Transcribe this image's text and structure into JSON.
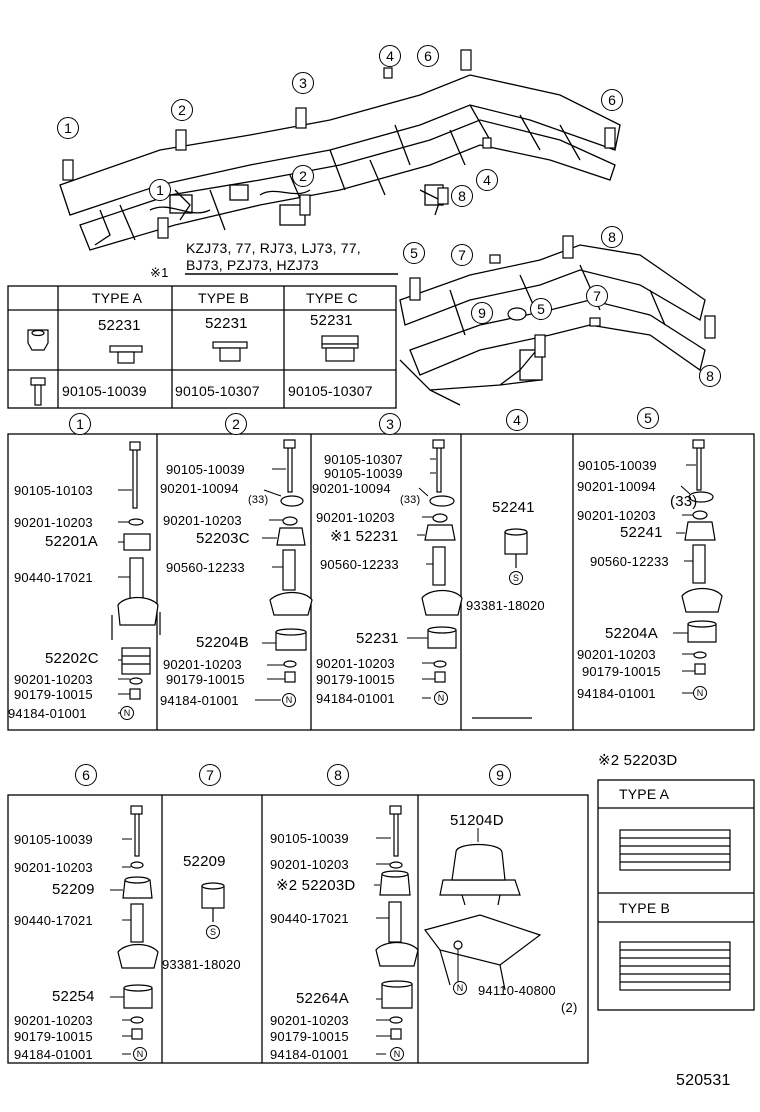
{
  "applicability": {
    "mark": "※1",
    "models_line1": "KZJ73, 77, RJ73, LJ73, 77,",
    "models_line2": "BJ73, PZJ73, HZJ73"
  },
  "type_table": {
    "headers": [
      "TYPE A",
      "TYPE B",
      "TYPE C"
    ],
    "row_cushion": [
      "52231",
      "52231",
      "52231"
    ],
    "row_bolt": [
      "90105-10039",
      "90105-10307",
      "90105-10307"
    ]
  },
  "frame_callouts": [
    "1",
    "2",
    "3",
    "4",
    "5",
    "6",
    "7",
    "8",
    "9"
  ],
  "qty_marker": "(33)",
  "n_marker": "N",
  "s_marker": "S",
  "sections": {
    "s1": {
      "num": "1",
      "parts": [
        "90105-10103",
        "90201-10203",
        "52201A",
        "90440-17021",
        "52202C",
        "90201-10203",
        "90179-10015",
        "94184-01001"
      ]
    },
    "s2": {
      "num": "2",
      "parts": [
        "90105-10039",
        "90201-10094",
        "(33)",
        "90201-10203",
        "52203C",
        "90560-12233",
        "52204B",
        "90201-10203",
        "90179-10015",
        "94184-01001"
      ]
    },
    "s3": {
      "num": "3",
      "parts": [
        "90105-10307",
        "90105-10039",
        "90201-10094",
        "(33)",
        "90201-10203",
        "※1 52231",
        "90560-12233",
        "52231",
        "90201-10203",
        "90179-10015",
        "94184-01001"
      ]
    },
    "s4": {
      "num": "4",
      "parts": [
        "52241",
        "93381-18020"
      ]
    },
    "s5": {
      "num": "5",
      "parts": [
        "90105-10039",
        "90201-10094",
        "(33)",
        "90201-10203",
        "52241",
        "90560-12233",
        "52204A",
        "90201-10203",
        "90179-10015",
        "94184-01001"
      ]
    },
    "s6": {
      "num": "6",
      "parts": [
        "90105-10039",
        "90201-10203",
        "52209",
        "90440-17021",
        "52254",
        "90201-10203",
        "90179-10015",
        "94184-01001"
      ]
    },
    "s7": {
      "num": "7",
      "parts": [
        "52209",
        "93381-18020"
      ]
    },
    "s8": {
      "num": "8",
      "parts": [
        "90105-10039",
        "90201-10203",
        "※2 52203D",
        "90440-17021",
        "52264A",
        "90201-10203",
        "90179-10015",
        "94184-01001"
      ]
    },
    "s9": {
      "num": "9",
      "parts": [
        "51204D",
        "94110-40800",
        "(2)"
      ]
    }
  },
  "note2": {
    "title": "※2 52203D",
    "type_a": "TYPE A",
    "type_b": "TYPE B"
  },
  "diagram_id": "520531"
}
